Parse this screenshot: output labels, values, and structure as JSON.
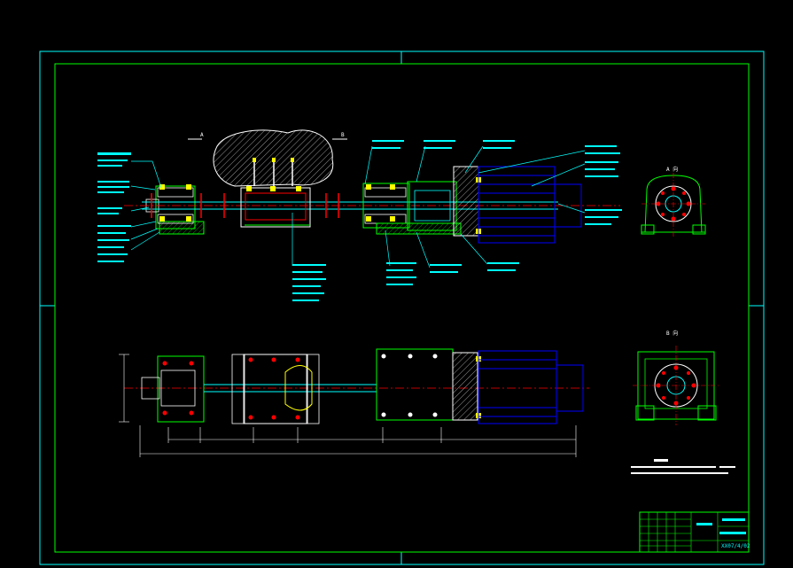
{
  "drawing": {
    "view_labels": {
      "section_a_mark": "A",
      "section_b_mark": "B",
      "view_a_title": "A 向",
      "view_b_title": "B 向"
    },
    "title_block": {
      "drawing_number": "XX07/4/02"
    },
    "colors": {
      "background": "#000000",
      "frame": "#00ff00",
      "annotation": "#00ffff",
      "motor": "#0000ff",
      "centerline": "#ff0000",
      "hatch": "#ffffff",
      "fastener": "#ffff00"
    }
  }
}
